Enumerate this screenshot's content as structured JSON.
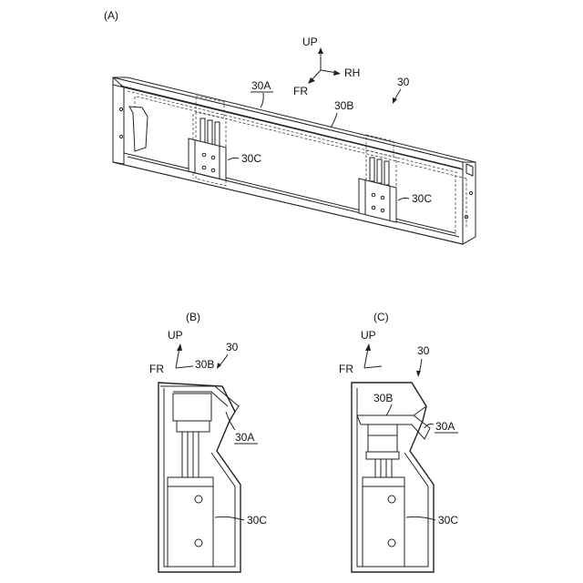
{
  "panels": {
    "a": {
      "label": "(A)",
      "ref": "30",
      "axes": {
        "up": "UP",
        "fr": "FR",
        "rh": "RH"
      },
      "parts": {
        "upper": "30A",
        "lower": "30B",
        "actuator_left": "30C",
        "actuator_right": "30C"
      }
    },
    "b": {
      "label": "(B)",
      "ref": "30",
      "axes": {
        "up": "UP",
        "fr": "FR"
      },
      "parts": {
        "b": "30B",
        "a": "30A",
        "c": "30C"
      }
    },
    "c": {
      "label": "(C)",
      "ref": "30",
      "axes": {
        "up": "UP",
        "fr": "FR"
      },
      "parts": {
        "b": "30B",
        "a": "30A",
        "c": "30C"
      }
    }
  }
}
